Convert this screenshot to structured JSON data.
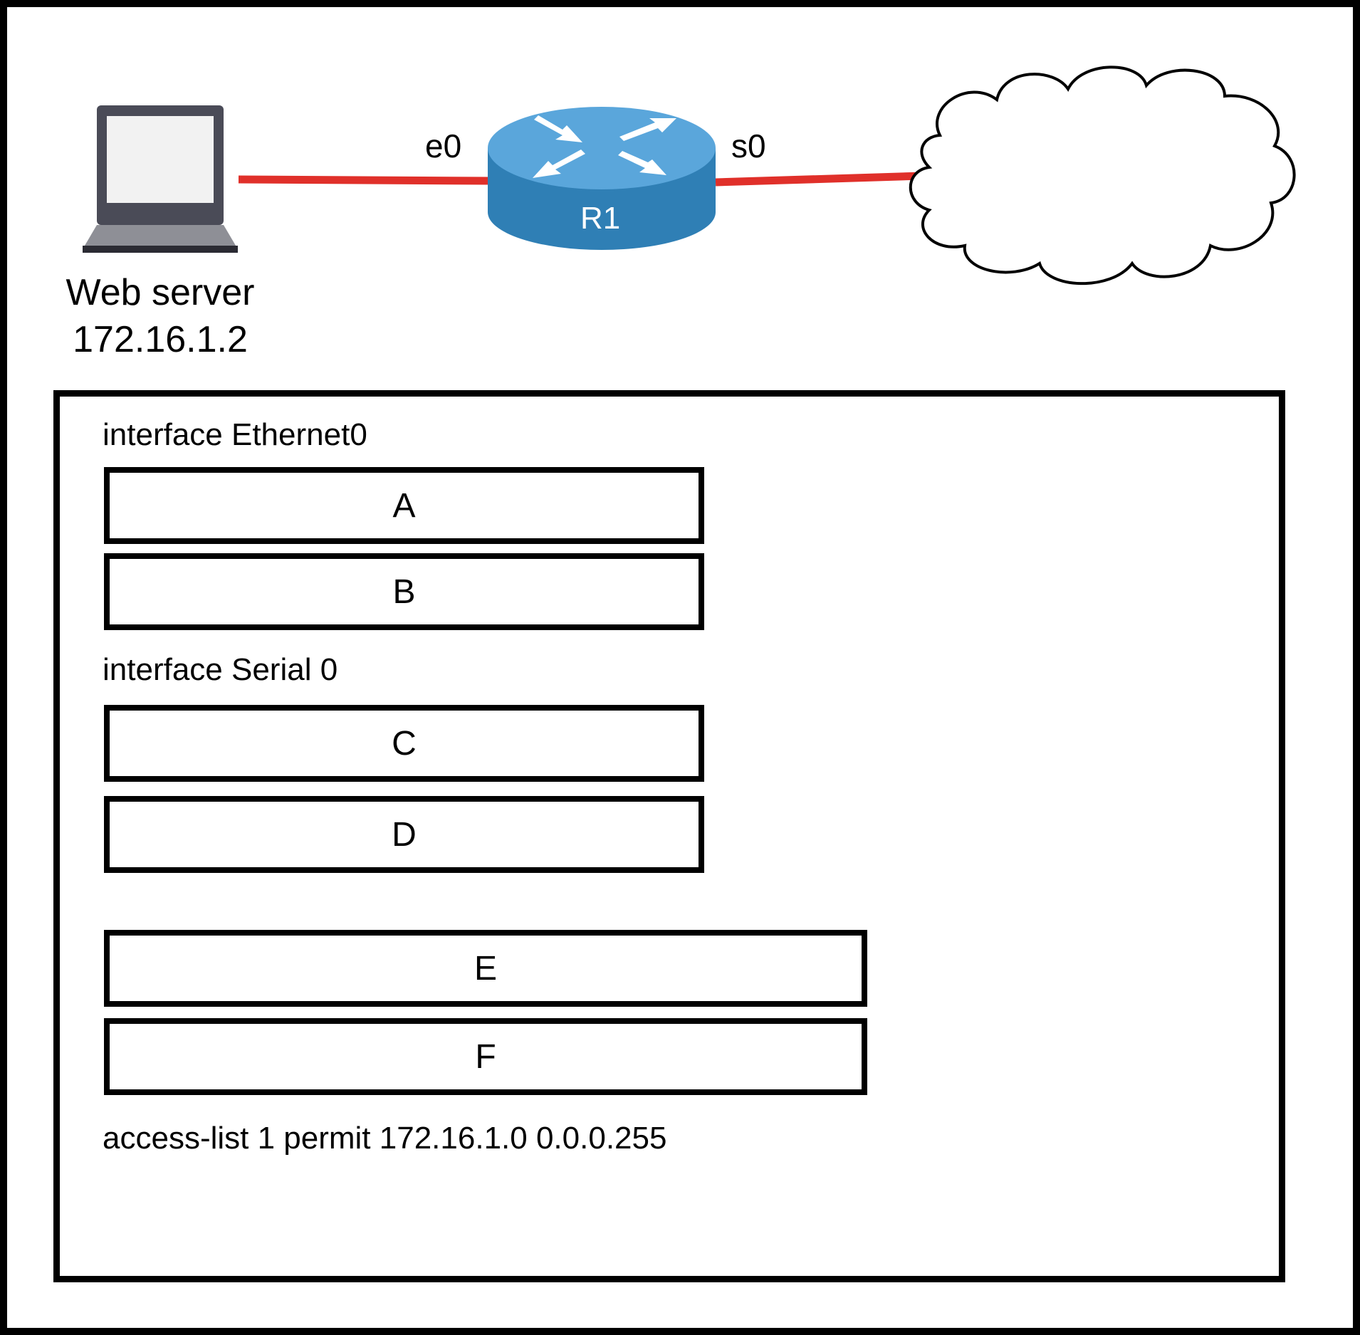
{
  "topology": {
    "server": {
      "name": "Web server",
      "ip": "172.16.1.2",
      "icon": "laptop-icon"
    },
    "router": {
      "name": "R1",
      "icon": "router-icon",
      "color": "#2f7fb5"
    },
    "links": {
      "left_interface": "e0",
      "right_interface": "s0",
      "link_color": "#e0302a"
    },
    "cloud": {
      "icon": "cloud-icon"
    }
  },
  "config": {
    "ethernet_header": "interface Ethernet0",
    "serial_header": "interface Serial 0",
    "access_list": "access-list 1 permit 172.16.1.0 0.0.0.255",
    "slots": [
      "A",
      "B",
      "C",
      "D",
      "E",
      "F"
    ]
  }
}
